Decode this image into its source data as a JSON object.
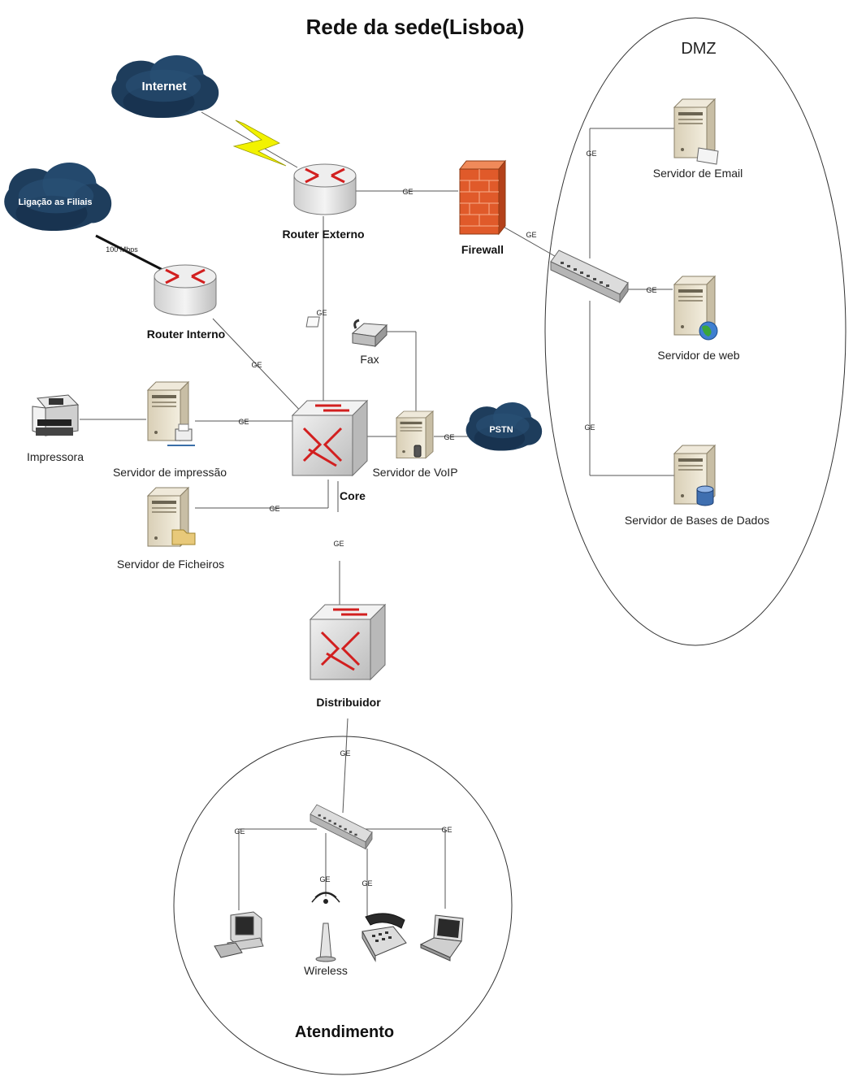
{
  "title": "Rede da sede(Lisboa)",
  "regions": {
    "dmz": "DMZ",
    "atendimento": "Atendimento"
  },
  "clouds": {
    "internet": "Internet",
    "filiais": "Ligação as Filiais",
    "pstn": "PSTN"
  },
  "devices": {
    "router_externo": "Router  Externo",
    "router_interno": "Router Interno",
    "firewall": "Firewall",
    "core": "Core",
    "distribuidor": "Distribuidor",
    "fax": "Fax",
    "impressora": "Impressora",
    "srv_impressao": "Servidor de impressão",
    "srv_ficheiros": "Servidor de Ficheiros",
    "srv_voip": "Servidor de VoIP",
    "srv_email": "Servidor de Email",
    "srv_web": "Servidor de web",
    "srv_bd": "Servidor de Bases de Dados",
    "wireless": "Wireless"
  },
  "links": {
    "ge": "GE",
    "filiais_speed": "100 Mbps"
  },
  "colors": {
    "cloud": "#1e3d5c",
    "router_arrow": "#d21f1f",
    "firewall": "#e05a2a",
    "lightning": "#f2f200"
  }
}
